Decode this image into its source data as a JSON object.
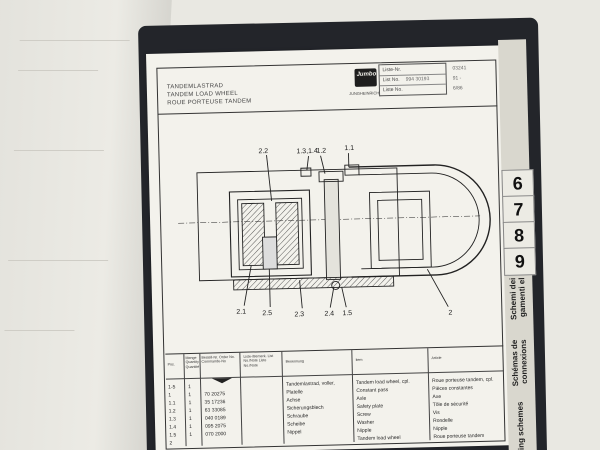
{
  "document": {
    "title_de": "TANDEMLASTRAD",
    "title_en": "TANDEM LOAD WHEEL",
    "title_fr": "ROUE PORTEUSE TANDEM",
    "logo_text": "Jumbo",
    "logo_sub": "JUNGHEINRICH",
    "liste_nr_label": "Liste-Nr.",
    "list_no_label": "List No.",
    "liste_no_label": "Liste No.",
    "liste_value": "994 30193",
    "code_1": "03241",
    "code_2": "91 -",
    "code_3": "6/86"
  },
  "callouts": {
    "c22": "2.2",
    "c13": "1.3,1.4",
    "c12": "1.2",
    "c11": "1.1",
    "c21": "2.1",
    "c25": "2.5",
    "c23": "2.3",
    "c24": "2.4",
    "c15": "1.5",
    "c2": "2"
  },
  "table": {
    "headers": {
      "pos": "Pos.",
      "menge": "Menge Quantity Quantité",
      "bestell": "Bestell-Nr. Order No. Commande-No",
      "remark": "Liste-/Bemerk. List No./Note Liste No./Note",
      "benennung": "Benennung",
      "item": "Item",
      "article": "Article"
    },
    "rows": [
      {
        "pos": "1-5",
        "qty": "1",
        "order": "",
        "de": "Tandemlastrad, voller,",
        "en": "Tandem load wheel, cpl.",
        "fr": "Roue porteuse tandem, cpl."
      },
      {
        "pos": "1",
        "qty": "1",
        "order": "70 20275",
        "de": "Platelle",
        "en": "Constant pass",
        "fr": "Pièces constantes"
      },
      {
        "pos": "1.1",
        "qty": "1",
        "order": "35 17236",
        "de": "Achse",
        "en": "Axle",
        "fr": "Axe"
      },
      {
        "pos": "1.2",
        "qty": "1",
        "order": "63 33085",
        "de": "Sicherungsblech",
        "en": "Safety plate",
        "fr": "Tôle de sécurité"
      },
      {
        "pos": "1.3",
        "qty": "1",
        "order": "040 0189",
        "de": "Schraube",
        "en": "Screw",
        "fr": "Vis"
      },
      {
        "pos": "1.4",
        "qty": "1",
        "order": "095 2075",
        "de": "Scheibe",
        "en": "Washer",
        "fr": "Rondelle"
      },
      {
        "pos": "1.5",
        "qty": "1",
        "order": "070 2000",
        "de": "Nippel",
        "en": "Nipple",
        "fr": "Nipple"
      },
      {
        "pos": "2",
        "qty": "",
        "order": "",
        "de": "",
        "en": "Tandem load wheel",
        "fr": "Roue porteuse tandem"
      }
    ]
  },
  "tabs": {
    "t6": "6",
    "t7": "7",
    "t8": "8",
    "t9": "9",
    "schemi": "Schemi dei",
    "gamenti": "gamenti el",
    "schemas": "Schémas de",
    "connexions": "connexions",
    "wiring": "iring schemes"
  }
}
